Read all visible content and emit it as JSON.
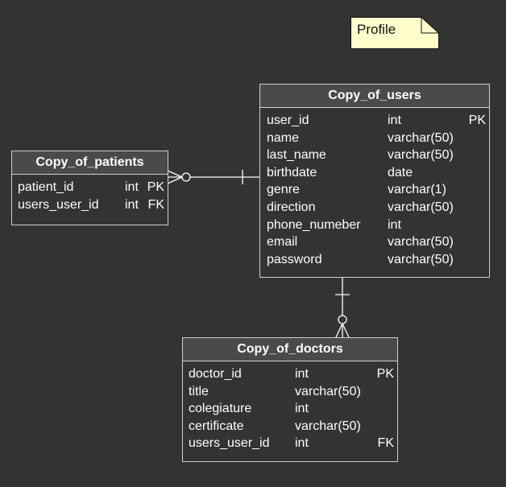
{
  "note": {
    "label": "Profile"
  },
  "entities": {
    "users": {
      "title": "Copy_of_users",
      "fields": [
        {
          "name": "user_id",
          "type": "int",
          "key": "PK"
        },
        {
          "name": "name",
          "type": "varchar(50)",
          "key": ""
        },
        {
          "name": "last_name",
          "type": "varchar(50)",
          "key": ""
        },
        {
          "name": "birthdate",
          "type": "date",
          "key": ""
        },
        {
          "name": "genre",
          "type": "varchar(1)",
          "key": ""
        },
        {
          "name": "direction",
          "type": "varchar(50)",
          "key": ""
        },
        {
          "name": "phone_numeber",
          "type": "int",
          "key": ""
        },
        {
          "name": "email",
          "type": "varchar(50)",
          "key": ""
        },
        {
          "name": "password",
          "type": "varchar(50)",
          "key": ""
        }
      ]
    },
    "patients": {
      "title": "Copy_of_patients",
      "fields": [
        {
          "name": "patient_id",
          "type": "int",
          "key": "PK"
        },
        {
          "name": "users_user_id",
          "type": "int",
          "key": "FK"
        }
      ]
    },
    "doctors": {
      "title": "Copy_of_doctors",
      "fields": [
        {
          "name": "doctor_id",
          "type": "int",
          "key": "PK"
        },
        {
          "name": "title",
          "type": "varchar(50)",
          "key": ""
        },
        {
          "name": "colegiature",
          "type": "int",
          "key": ""
        },
        {
          "name": "certificate",
          "type": "varchar(50)",
          "key": ""
        },
        {
          "name": "users_user_id",
          "type": "int",
          "key": "FK"
        }
      ]
    }
  },
  "colors": {
    "background": "#333333",
    "header": "#4a4a4a",
    "border": "#d0d0d0",
    "note_fill": "#ffffcc"
  }
}
